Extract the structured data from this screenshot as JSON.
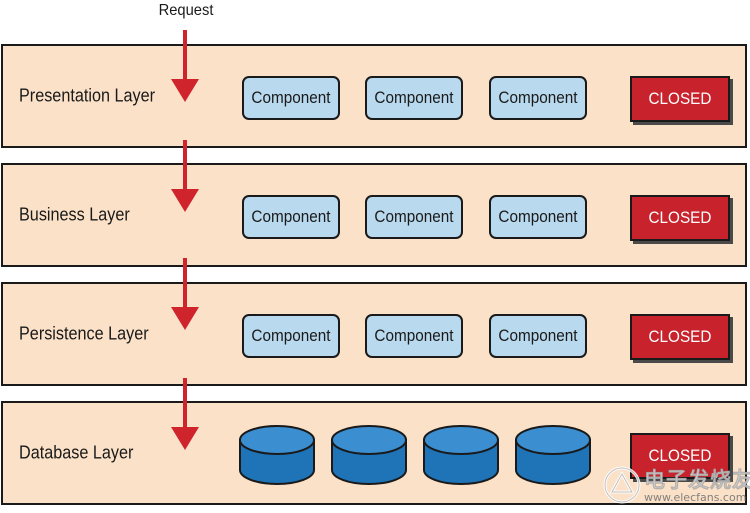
{
  "request_label": "Request",
  "layers": [
    {
      "title": "Presentation Layer",
      "kind": "components",
      "components": [
        "Component",
        "Component",
        "Component"
      ],
      "status": "CLOSED"
    },
    {
      "title": "Business Layer",
      "kind": "components",
      "components": [
        "Component",
        "Component",
        "Component"
      ],
      "status": "CLOSED"
    },
    {
      "title": "Persistence Layer",
      "kind": "components",
      "components": [
        "Component",
        "Component",
        "Component"
      ],
      "status": "CLOSED"
    },
    {
      "title": "Database Layer",
      "kind": "databases",
      "database_count": 4,
      "status": "CLOSED"
    }
  ],
  "watermark": {
    "cn_text": "电子发烧友",
    "url": "www.elecfans.com"
  },
  "colors": {
    "layer_fill": "#fbe1c8",
    "component_fill": "#b9d9ee",
    "closed_fill": "#c8232c",
    "arrow": "#d0242c",
    "database_fill": "#1f73b7",
    "database_top": "#3b8fd1"
  }
}
